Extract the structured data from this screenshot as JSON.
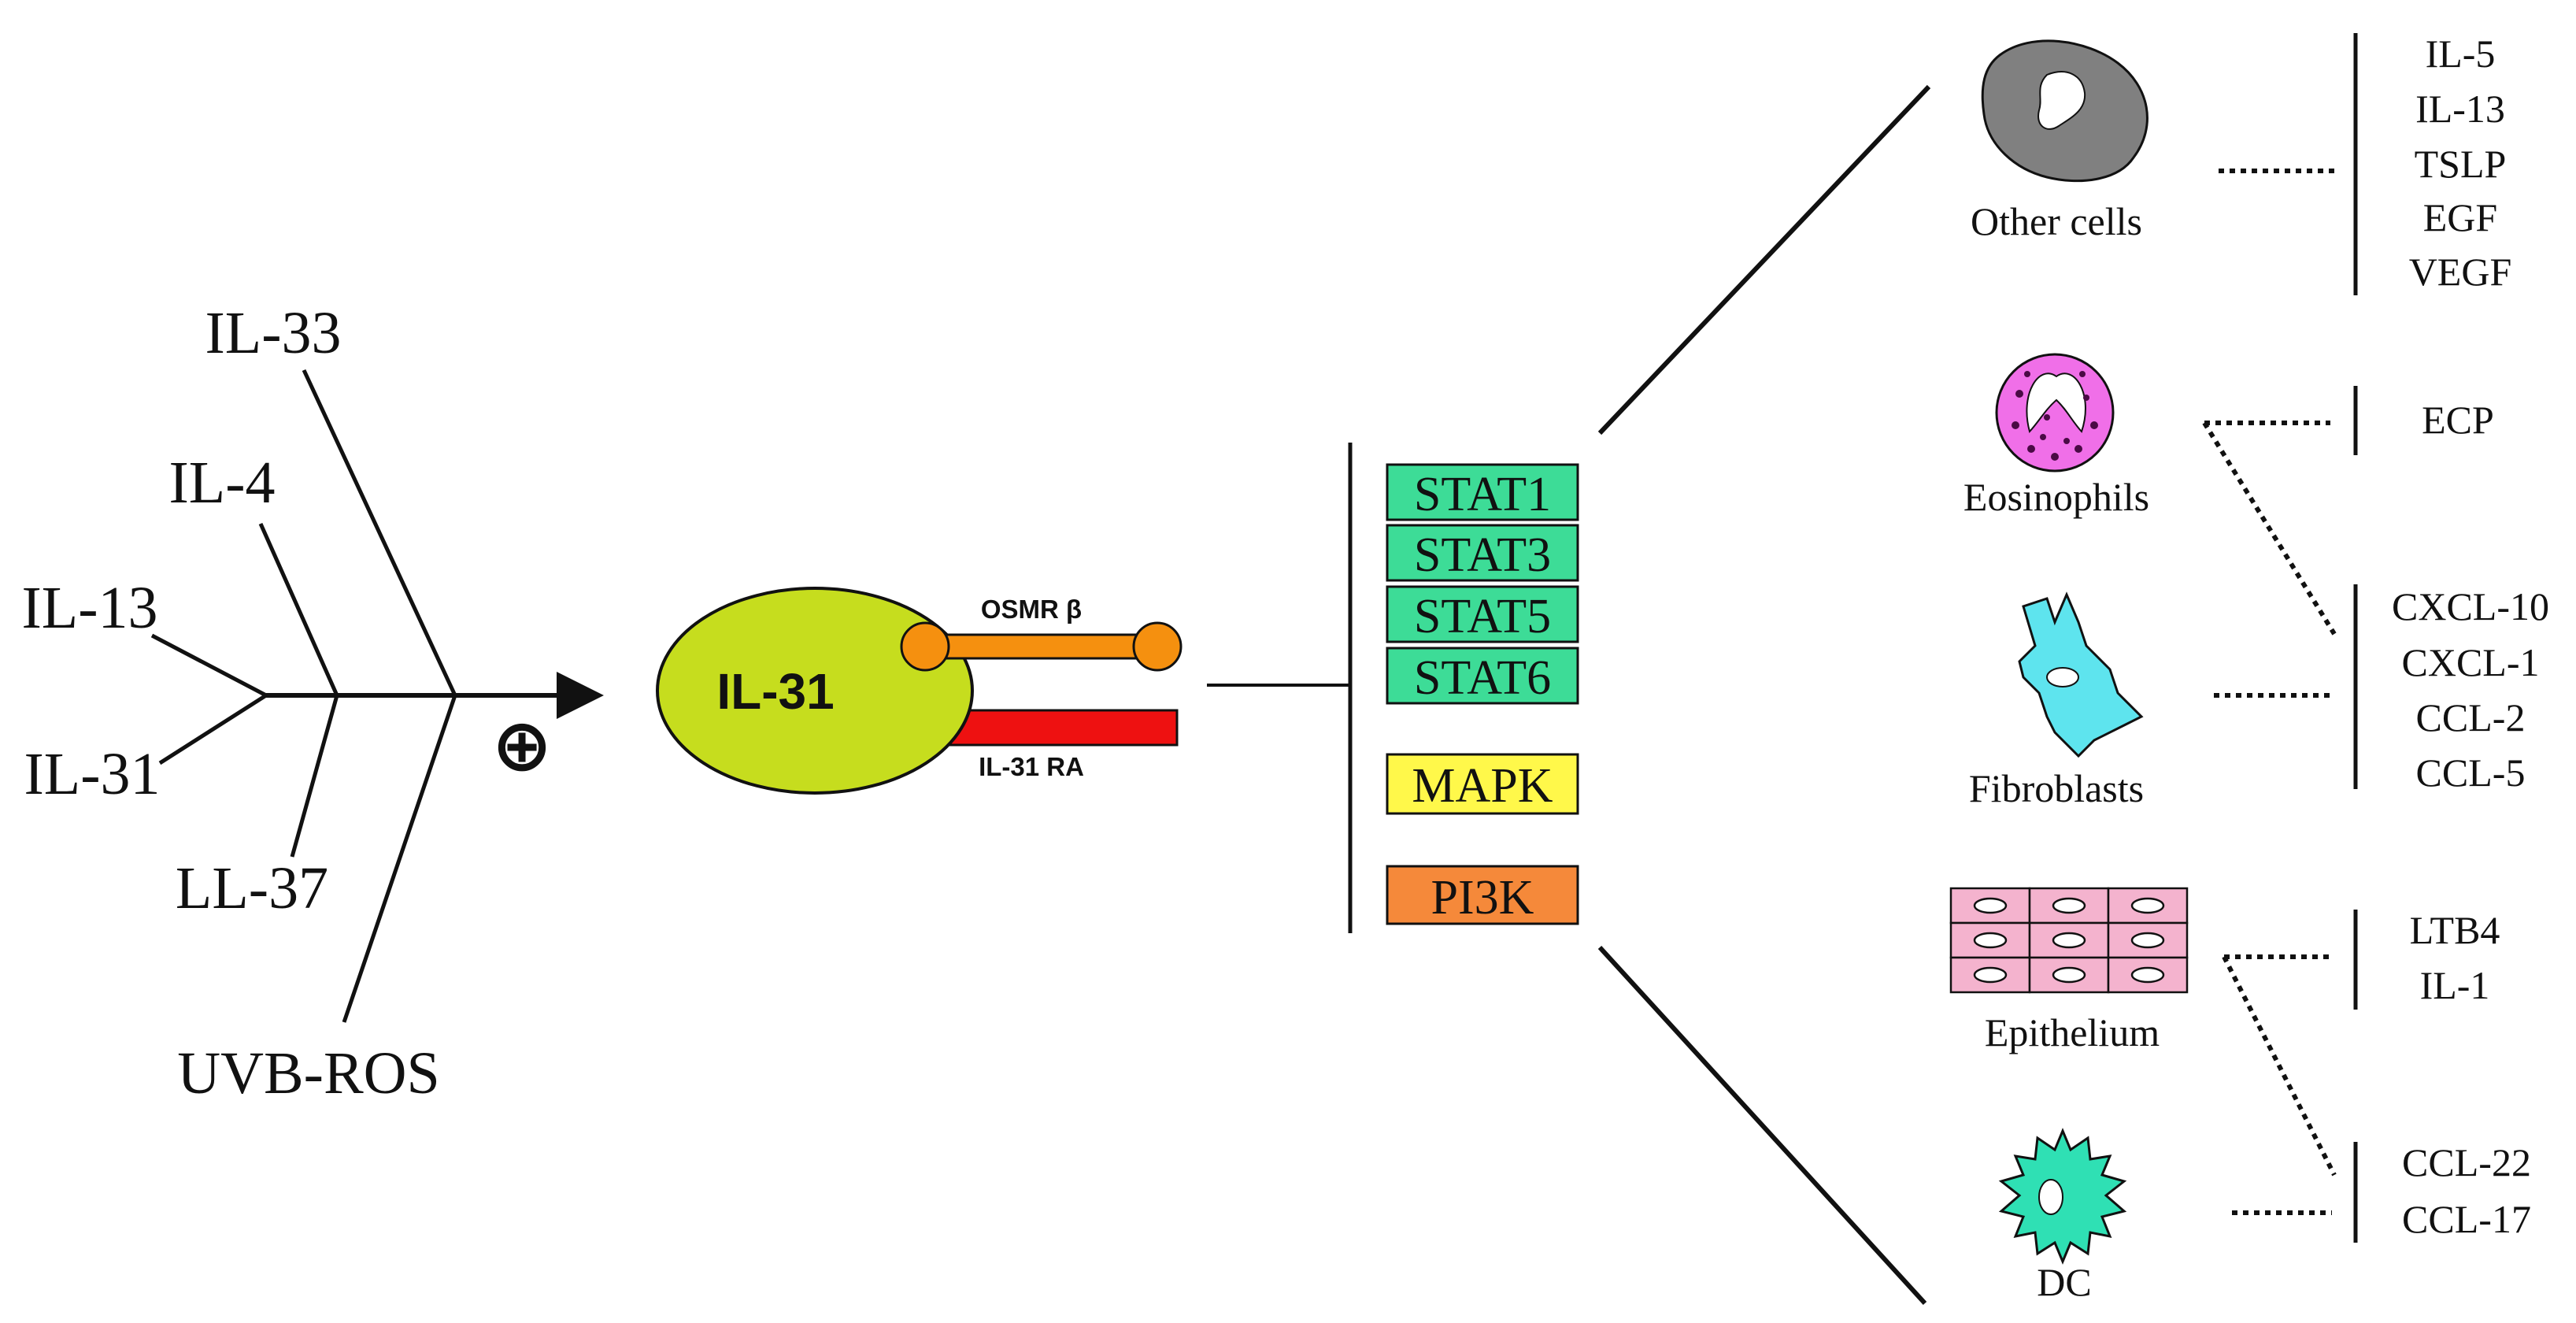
{
  "colors": {
    "il31_ellipse": "#c6dd1e",
    "osmr": "#f5900f",
    "il31ra": "#ee1111",
    "stat": "#3ddc97",
    "mapk": "#fff84a",
    "pi3k": "#f5893a",
    "other_cell": "#808080",
    "eosinophil": "#f06fe8",
    "fibroblast": "#5ee4ee",
    "epithelium": "#f4b3ce",
    "dc": "#2fe0b4"
  },
  "triggers": {
    "il33": "IL-33",
    "il4": "IL-4",
    "il13": "IL-13",
    "il31": "IL-31",
    "ll37": "LL-37",
    "uvb": "UVB-ROS",
    "plus_symbol": "⊕"
  },
  "receptor": {
    "ligand": "IL-31",
    "osmr": "OSMR β",
    "il31ra": "IL-31 RA"
  },
  "pathways": {
    "stat1": "STAT1",
    "stat3": "STAT3",
    "stat5": "STAT5",
    "stat6": "STAT6",
    "mapk": "MAPK",
    "pi3k": "PI3K"
  },
  "cells": {
    "other": "Other cells",
    "eosinophils": "Eosinophils",
    "fibroblasts": "Fibroblasts",
    "epithelium": "Epithelium",
    "dc": "DC"
  },
  "outputs": {
    "other": [
      "IL-5",
      "IL-13",
      "TSLP",
      "EGF",
      "VEGF"
    ],
    "eosinophils": [
      "ECP"
    ],
    "shared": [
      "CXCL-10",
      "CXCL-1",
      "CCL-2",
      "CCL-5"
    ],
    "epithelium": [
      "LTB4",
      "IL-1"
    ],
    "dc": [
      "CCL-22",
      "CCL-17"
    ]
  }
}
